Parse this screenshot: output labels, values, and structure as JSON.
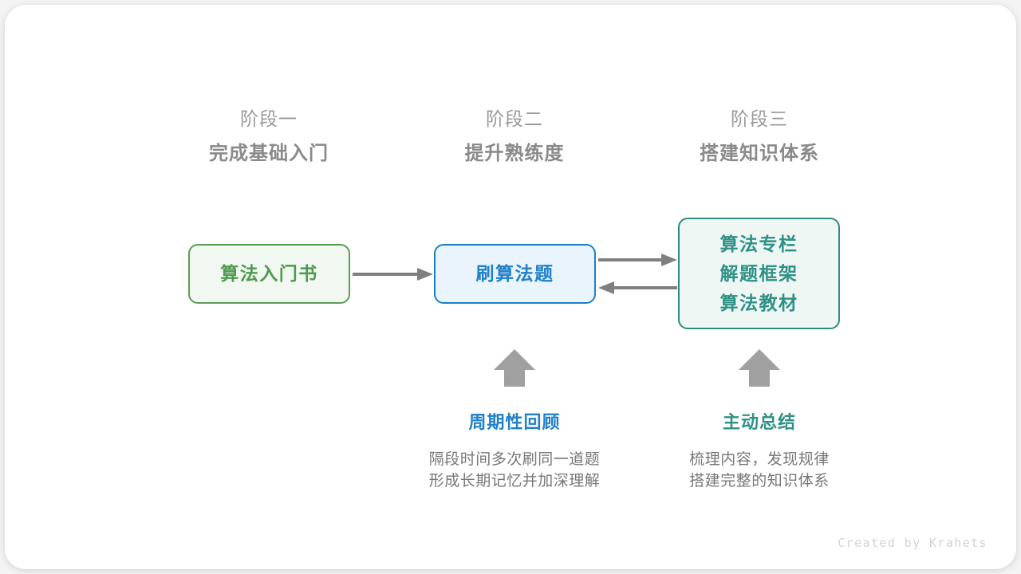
{
  "diagram": {
    "title_watermark": "Created by Krahets",
    "accent_colors": {
      "green": "#4e9a4e",
      "green_border": "#5a9e55",
      "green_fill": "#f1f7f1",
      "blue": "#2080c8",
      "blue_border": "#1a80c8",
      "blue_fill": "#eaf4fc",
      "teal": "#2e9186",
      "teal_border": "#2e8b80",
      "teal_fill": "#eff7f5",
      "arrow_gray": "#808080",
      "heading_gray": "#8a8a8a",
      "label_gray": "#9a9a9a"
    },
    "stages": [
      {
        "index_label": "阶段一",
        "title": "完成基础入门"
      },
      {
        "index_label": "阶段二",
        "title": "提升熟练度"
      },
      {
        "index_label": "阶段三",
        "title": "搭建知识体系"
      }
    ],
    "nodes": [
      {
        "id": "book",
        "lines": [
          "算法入门书"
        ]
      },
      {
        "id": "practice",
        "lines": [
          "刷算法题"
        ]
      },
      {
        "id": "system",
        "lines": [
          "算法专栏",
          "解题框架",
          "算法教材"
        ]
      }
    ],
    "annotations": [
      {
        "id": "review",
        "title": "周期性回顾",
        "desc": [
          "隔段时间多次刷同一道题",
          "形成长期记忆并加深理解"
        ]
      },
      {
        "id": "summary",
        "title": "主动总结",
        "desc": [
          "梳理内容，发现规律",
          "搭建完整的知识体系"
        ]
      }
    ]
  }
}
